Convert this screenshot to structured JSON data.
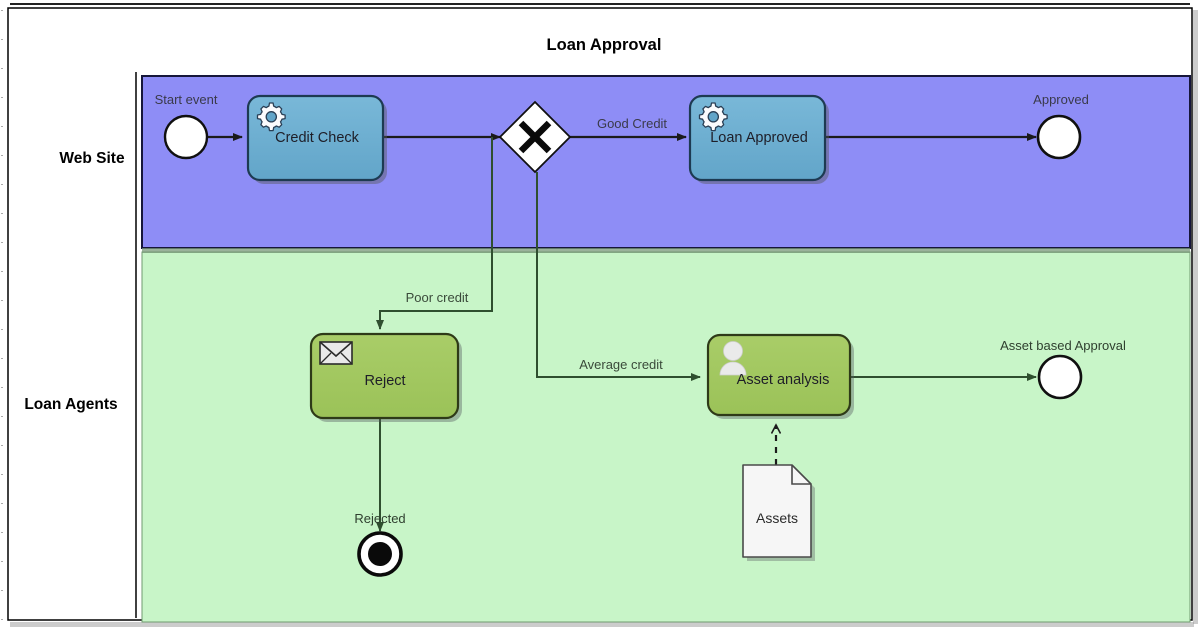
{
  "diagram": {
    "title": "Loan Approval",
    "type": "bpmn-process-diagram",
    "pool_name": "Loan Approval"
  },
  "lanes": [
    {
      "id": "web-site",
      "label": "Web Site",
      "color": "#8e8df6"
    },
    {
      "id": "loan-agents",
      "label": "Loan Agents",
      "color": "#c8f5c8"
    }
  ],
  "nodes": {
    "start_event": {
      "label": "Start event",
      "type": "start-event",
      "lane": "web-site"
    },
    "credit_check": {
      "label": "Credit Check",
      "type": "service-task",
      "icon": "gear-icon",
      "lane": "web-site",
      "fill": "#6badd0"
    },
    "gateway": {
      "label": "",
      "type": "exclusive-gateway",
      "icon": "x-mark",
      "lane": "web-site",
      "fill": "#ffffff"
    },
    "loan_approved": {
      "label": "Loan Approved",
      "type": "service-task",
      "icon": "gear-icon",
      "lane": "web-site",
      "fill": "#6badd0"
    },
    "approved_end": {
      "label": "Approved",
      "type": "end-event",
      "lane": "web-site"
    },
    "reject": {
      "label": "Reject",
      "type": "send-task",
      "icon": "envelope-icon",
      "lane": "loan-agents",
      "fill": "#a2c85f"
    },
    "rejected_end": {
      "label": "Rejected",
      "type": "terminate-end-event",
      "lane": "loan-agents"
    },
    "asset_analysis": {
      "label": "Asset analysis",
      "type": "user-task",
      "icon": "person-icon",
      "lane": "loan-agents",
      "fill": "#a2c85f"
    },
    "asset_based_end": {
      "label": "Asset based Approval",
      "type": "end-event",
      "lane": "loan-agents"
    },
    "assets_data": {
      "label": "Assets",
      "type": "data-object",
      "fill": "#f4f4f4"
    }
  },
  "flows": [
    {
      "id": "f1",
      "from": "start_event",
      "to": "credit_check",
      "label": ""
    },
    {
      "id": "f2",
      "from": "credit_check",
      "to": "gateway",
      "label": ""
    },
    {
      "id": "f3",
      "from": "gateway",
      "to": "loan_approved",
      "label": "Good Credit"
    },
    {
      "id": "f4",
      "from": "loan_approved",
      "to": "approved_end",
      "label": ""
    },
    {
      "id": "f5",
      "from": "gateway",
      "to": "reject",
      "label": "Poor credit"
    },
    {
      "id": "f6",
      "from": "gateway",
      "to": "asset_analysis",
      "label": "Average credit"
    },
    {
      "id": "f7",
      "from": "reject",
      "to": "rejected_end",
      "label": ""
    },
    {
      "id": "f8",
      "from": "asset_analysis",
      "to": "asset_based_end",
      "label": ""
    },
    {
      "id": "f9",
      "from": "assets_data",
      "to": "asset_analysis",
      "label": "",
      "style": "dashed-association"
    }
  ]
}
